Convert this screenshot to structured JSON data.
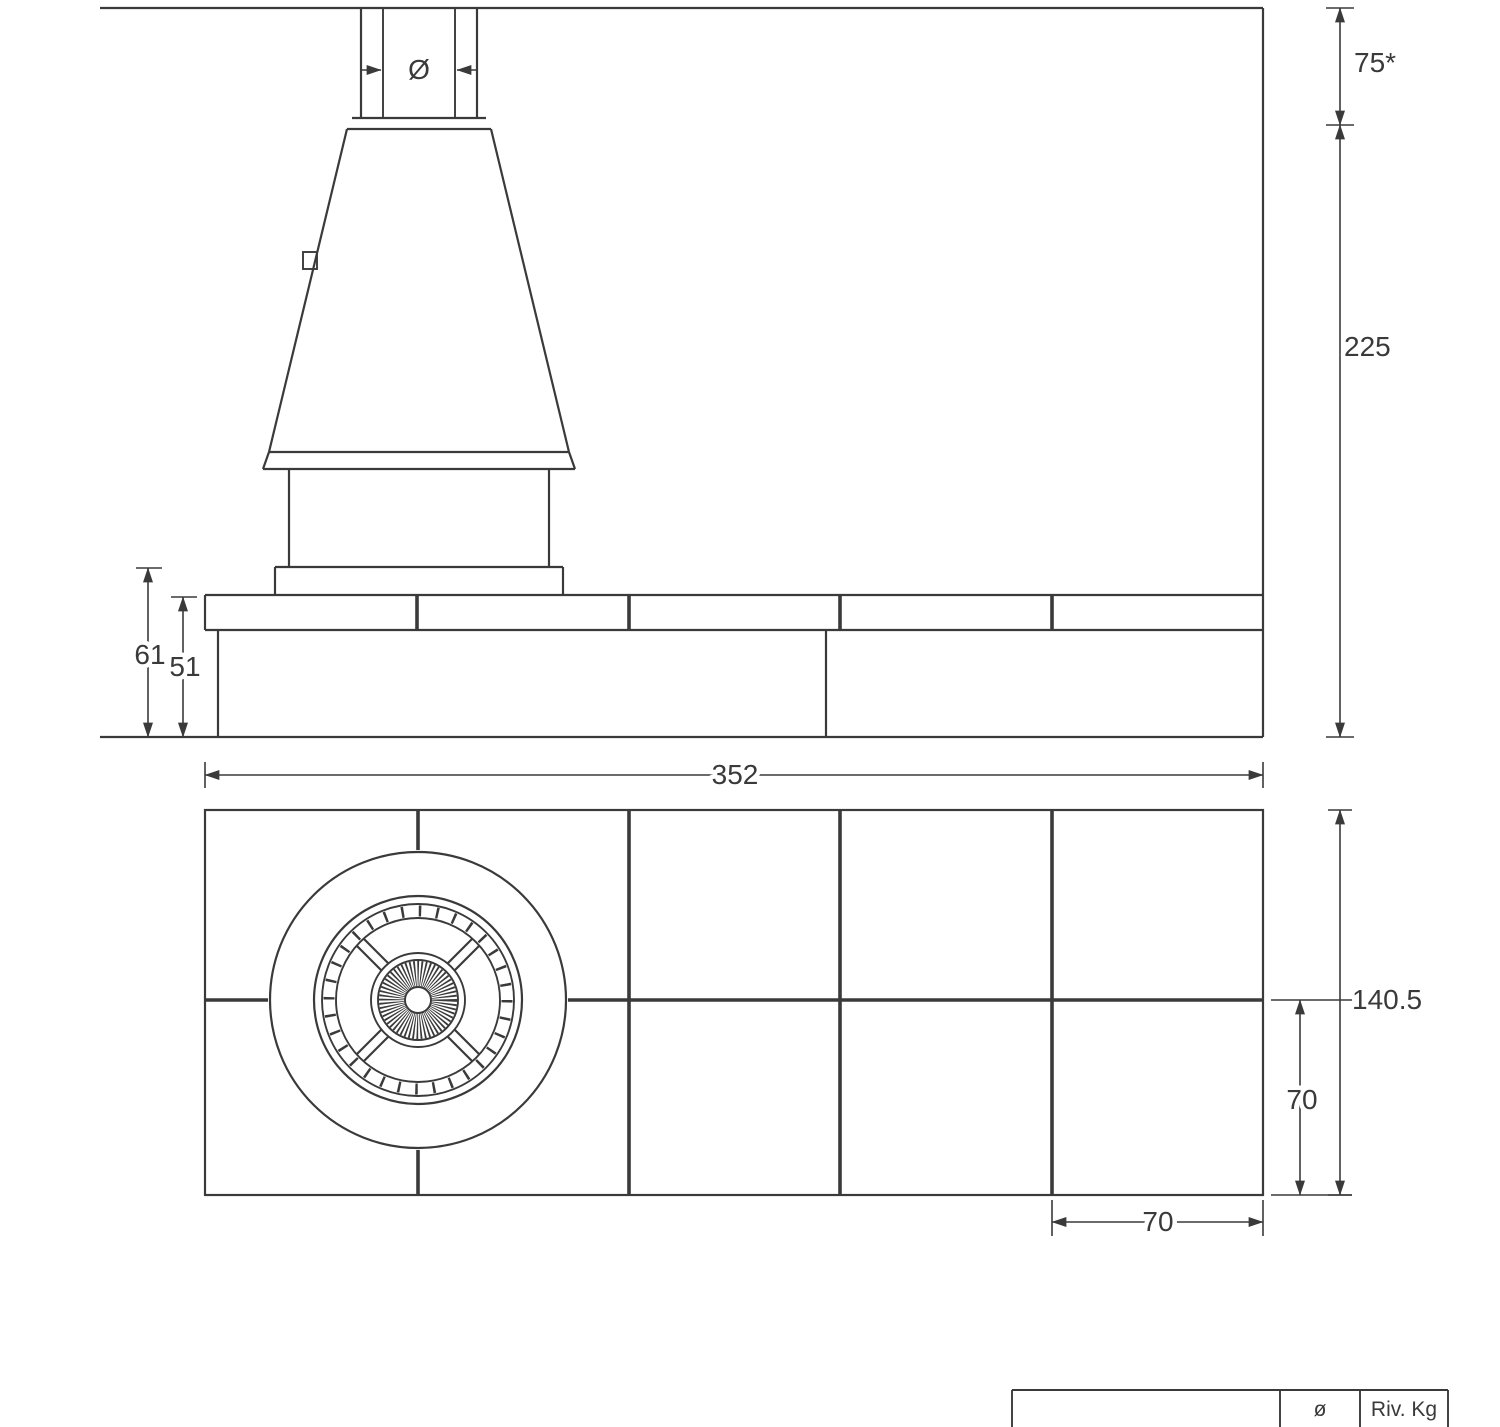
{
  "elevation": {
    "flue_diameter_label": "Ø",
    "top_height": "75*",
    "total_height": "225",
    "base_height_outer": "61",
    "base_height_inner": "51"
  },
  "plan": {
    "overall_width": "352",
    "overall_depth": "140.5",
    "half_depth": "70",
    "tile_width": "70"
  },
  "spec_table": {
    "diameter_col": "ø",
    "weight_col": "Riv. Kg"
  }
}
